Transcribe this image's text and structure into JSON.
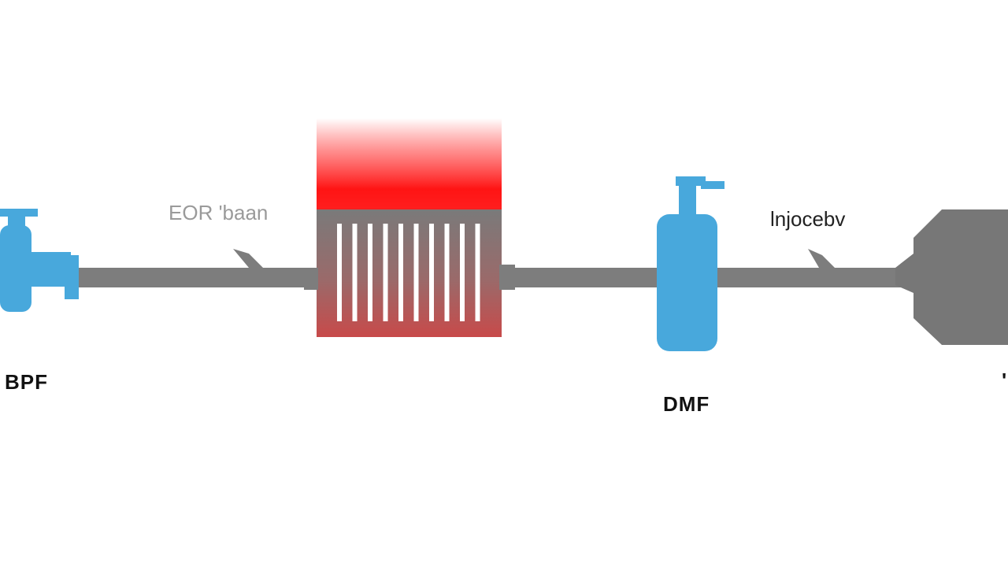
{
  "labels": {
    "flow_label_left": "EOR 'baan",
    "flow_label_right": "lnjocebv",
    "valve_label": "BPF",
    "tank_label": "DMF",
    "edge_mark": "'"
  },
  "colors": {
    "pipe": "#7d7d7d",
    "valve": "#48a8dc",
    "heater_hot": "#ff1a1a",
    "heater_body": "#7a7a7a",
    "outlet": "#777777"
  }
}
